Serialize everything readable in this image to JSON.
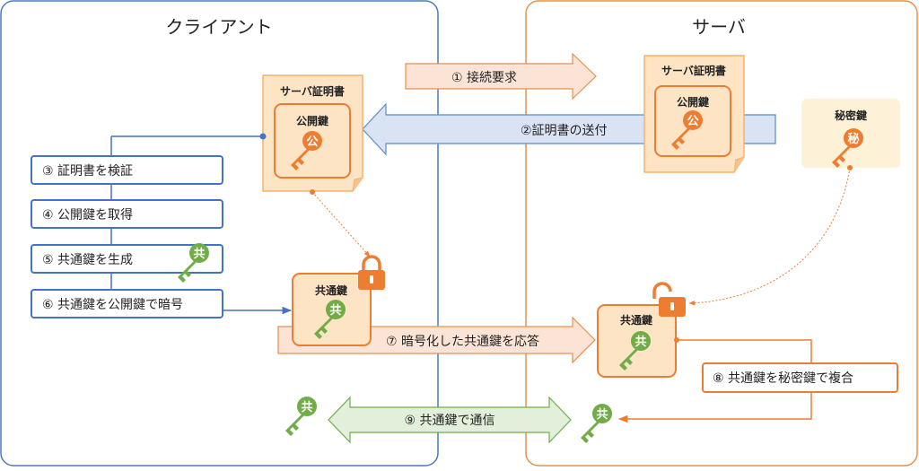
{
  "client": {
    "title": "クライアント"
  },
  "server": {
    "title": "サーバ"
  },
  "client_cert": {
    "title": "サーバ証明書",
    "key_label": "公開鍵",
    "key_glyph": "公"
  },
  "server_cert": {
    "title": "サーバ証明書",
    "key_label": "公開鍵",
    "key_glyph": "公"
  },
  "private_key": {
    "label": "秘密鍵",
    "glyph": "秘"
  },
  "client_steps": [
    "③ 証明書を検証",
    "④ 公開鍵を取得",
    "⑤ 共通鍵を生成",
    "⑥ 共通鍵を公開鍵で暗号"
  ],
  "shared_glyph": "共",
  "client_shared": {
    "label": "共通鍵"
  },
  "server_shared": {
    "label": "共通鍵"
  },
  "arrows": {
    "connect": "① 接続要求",
    "send_cert": "②証明書の送付",
    "respond": "⑦ 暗号化した共通鍵を応答",
    "communicate": "⑨ 共通鍵で通信"
  },
  "server_step": "⑧ 共通鍵を秘密鍵で複合",
  "colors": {
    "client_border": "#4a7ac0",
    "server_border": "#e8904a",
    "step_border": "#4472c4",
    "orange": "#ed7d31",
    "cert_fill": "#fce4c4",
    "key_orange": "#ed7d31",
    "key_green": "#70ad47",
    "arrow_peach": "#fbe3d6",
    "arrow_blue": "#dae3f3",
    "arrow_green": "#e2efda"
  }
}
